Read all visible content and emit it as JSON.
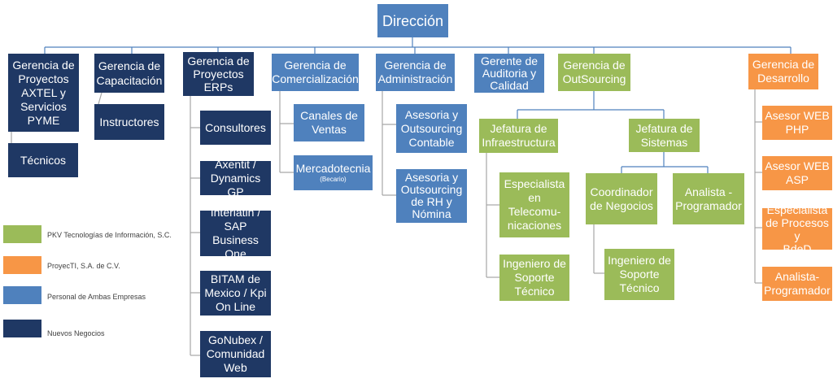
{
  "nodes": {
    "direccion": "Dirección",
    "g_proyectos": "Gerencia de\nProyectos\nAXTEL y\nServicios\nPYME",
    "tecnicos": "Técnicos",
    "g_capacitacion": "Gerencia de\nCapacitación",
    "instructores": "Instructores",
    "g_erps": "Gerencia de\nProyectos\nERPs",
    "consultores": "Consultores",
    "axentit": "Axentit /\nDynamics GP",
    "interlatin": "Interlatin /\nSAP Business\nOne",
    "bitam": "BITAM de\nMexico / Kpi\nOn Line",
    "gonubex": "GoNubex /\nComunidad\nWeb",
    "g_comercializacion": "Gerencia de\nComercialización",
    "canales": "Canales de\nVentas",
    "mercadotecnia": "Mercadotecnia",
    "becario": "(Becario)",
    "g_administracion": "Gerencia de\nAdministración",
    "asesoria_contable": "Asesoria y\nOutsourcing\nContable",
    "asesoria_rh": "Asesoria y\nOutsourcing\nde RH y\nNómina",
    "g_auditoria": "Gerente de\nAuditoria y\nCalidad",
    "g_outsourcing": "Gerencia de\nOutSourcing",
    "j_infraestructura": "Jefatura de\nInfraestructura",
    "especialista_telecom": "Especialista\nen Telecomu-\nnicaciones",
    "ingeniero_soporte_1": "Ingeniero de\nSoporte\nTécnico",
    "j_sistemas": "Jefatura de\nSistemas",
    "coordinador": "Coordinador\nde Negocios",
    "analista_prog_1": "Analista -\nProgramador",
    "ingeniero_soporte_2": "Ingeniero de\nSoporte\nTécnico",
    "g_desarrollo": "Gerencia de\nDesarrollo",
    "asesor_php": "Asesor WEB\nPHP",
    "asesor_asp": "Asesor WEB\nASP",
    "especialista_bded": "Especialista\nde Procesos y\nBdeD",
    "analista_prog_2": "Analista-\nProgramador"
  },
  "legend": [
    {
      "label": "PKV Tecnologías de Información, S.C.",
      "color": "#9bbb59"
    },
    {
      "label": "ProyecTI, S.A. de C.V.",
      "color": "#f79646"
    },
    {
      "label": "Personal de Ambas Empresas",
      "color": "#4f81bd"
    },
    {
      "label": "Nuevos Negocios",
      "color": "#1f3864"
    }
  ]
}
